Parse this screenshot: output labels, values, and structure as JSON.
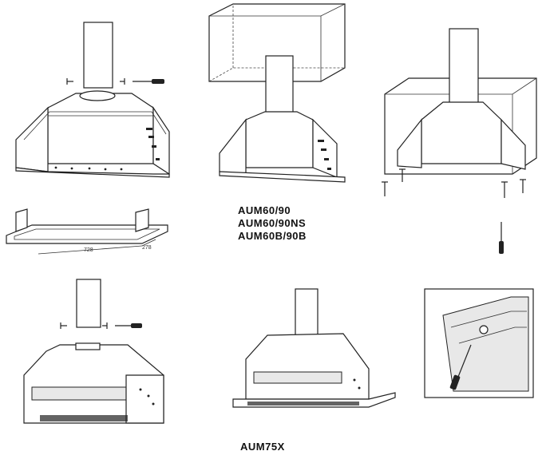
{
  "models_top": [
    "AUM60/90",
    "AUM60/90NS",
    "AUM60B/90B"
  ],
  "model_bottom": "AUM75X",
  "dimensions": {
    "width": "728",
    "depth": "278"
  },
  "icons": [
    "screw-icon",
    "screwdriver-icon"
  ]
}
